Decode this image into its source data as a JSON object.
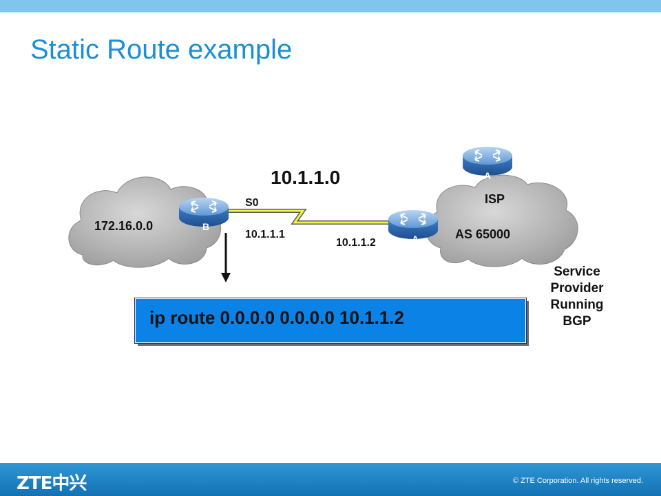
{
  "slide": {
    "title": "Static Route example",
    "footer_logo": "ZTE中兴",
    "copyright": "© ZTE Corporation. All rights reserved."
  },
  "diagram": {
    "link_network": "10.1.1.0",
    "interface_label": "S0",
    "router_b_ip": "10.1.1.1",
    "router_a_ip": "10.1.1.2",
    "left_network": "172.16.0.0",
    "isp_label": "ISP",
    "as_label": "AS 65000",
    "service_note": [
      "Service",
      "Provider",
      "Running",
      "BGP"
    ],
    "routers": [
      {
        "id": "router-b",
        "label": "B"
      },
      {
        "id": "router-a",
        "label": "A"
      },
      {
        "id": "router-isp",
        "label": "A"
      }
    ],
    "command": "ip route 0.0.0.0 0.0.0.0 10.1.1.2",
    "colors": {
      "title": "#1a8fd6",
      "cloud": "#a9a9a9",
      "link": "#f4f24a",
      "router": "#3f7ec4",
      "command_box": "#0a82e6"
    }
  }
}
